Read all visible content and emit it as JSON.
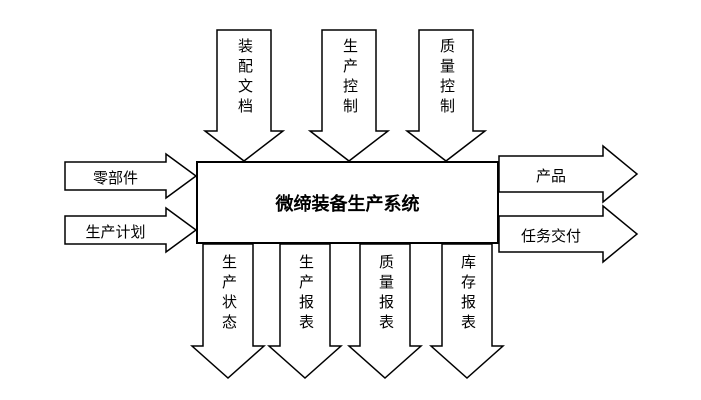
{
  "diagram": {
    "center": {
      "label": "微缔装备生产系统"
    },
    "top_arrows": [
      {
        "label": "装配文档"
      },
      {
        "label": "生产控制"
      },
      {
        "label": "质量控制"
      }
    ],
    "left_arrows": [
      {
        "label": "零部件"
      },
      {
        "label": "生产计划"
      }
    ],
    "right_arrows": [
      {
        "label": "产品"
      },
      {
        "label": "任务交付"
      }
    ],
    "bottom_arrows": [
      {
        "label": "生产状态"
      },
      {
        "label": "生产报表"
      },
      {
        "label": "质量报表"
      },
      {
        "label": "库存报表"
      }
    ]
  }
}
